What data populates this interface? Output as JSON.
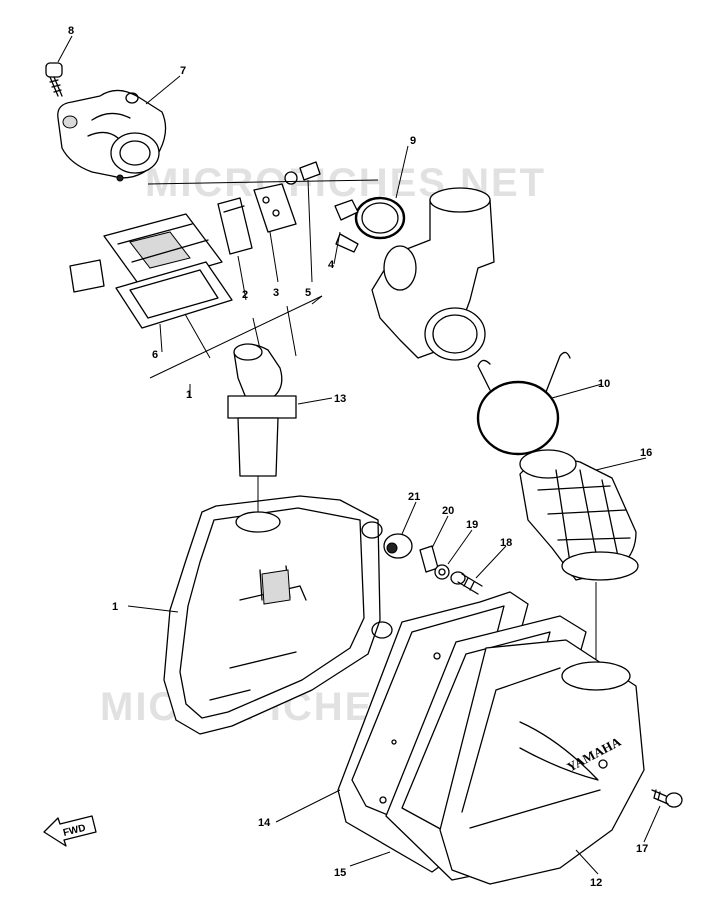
{
  "watermarks": [
    "MICROFICHES.NET",
    "MICROFICHES.NET"
  ],
  "callouts": [
    "8",
    "7",
    "9",
    "5",
    "4",
    "3",
    "2",
    "6",
    "1",
    "13",
    "10",
    "16",
    "21",
    "20",
    "19",
    "18",
    "1",
    "14",
    "15",
    "12",
    "17"
  ],
  "brand_label": "YAMAHA",
  "fwd_label": "FWD"
}
